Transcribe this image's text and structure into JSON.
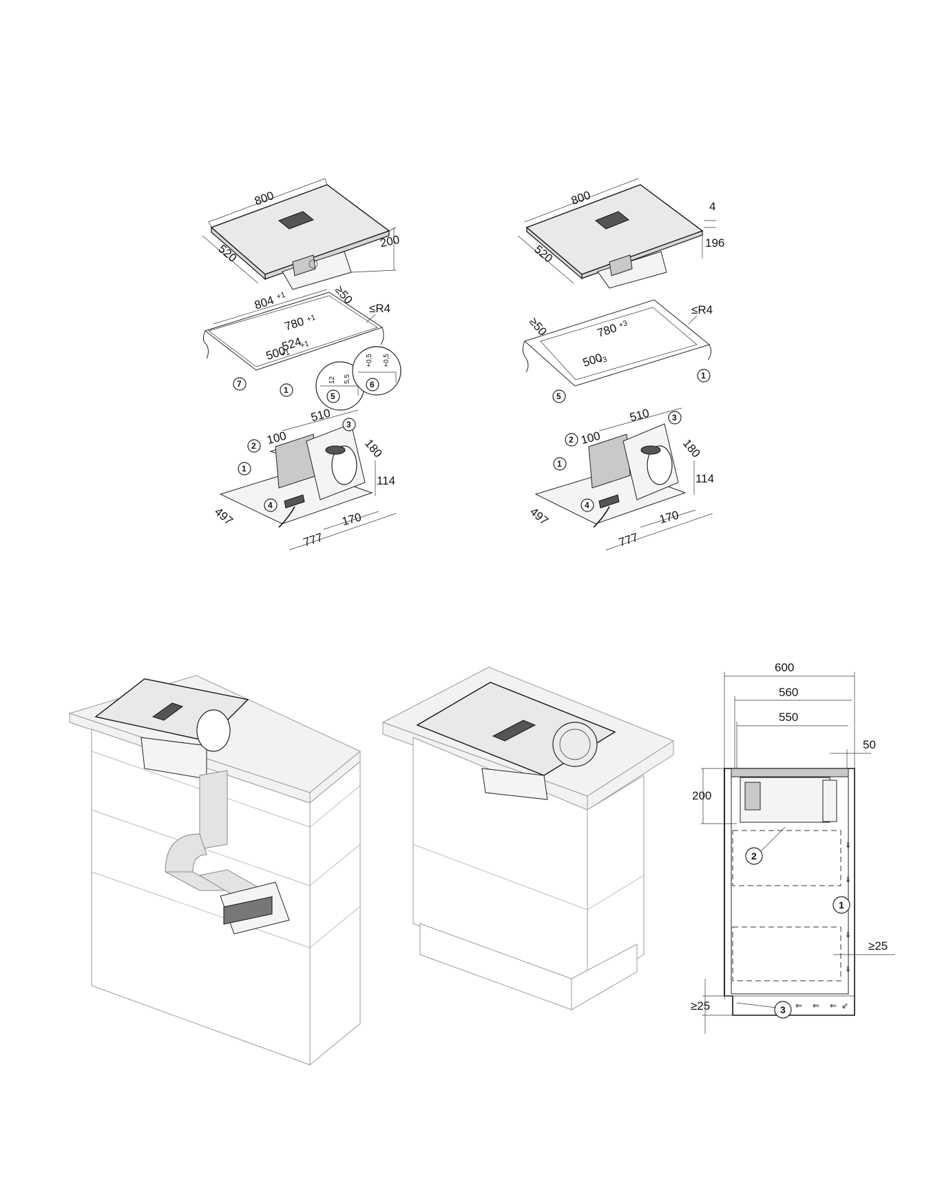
{
  "diagram_a": {
    "hob": {
      "width": "800",
      "depth": "520",
      "height": "200"
    },
    "cutout": {
      "outer": "804",
      "outer_tol": "+1",
      "inner": "780",
      "inner_tol": "+1",
      "depth_outer": "524",
      "depth_outer_tol": "+1",
      "depth_inner": "500",
      "depth_inner_tol": "+1",
      "edge_min": "≥50",
      "radius": "≤R4",
      "detail_width": "12",
      "detail_width_tol": "+0,5",
      "detail_depth": "5,5",
      "detail_depth_tol": "+0,5"
    },
    "fan": {
      "width": "510",
      "offset": "100",
      "depth": "180",
      "height": "114",
      "base_depth": "497",
      "base_width": "777",
      "outlet": "170"
    },
    "callouts": [
      "1",
      "2",
      "3",
      "4",
      "5",
      "6",
      "7"
    ]
  },
  "diagram_b": {
    "hob": {
      "width": "800",
      "depth": "520",
      "thickness": "4",
      "height": "196"
    },
    "cutout": {
      "edge_min": "≥50",
      "inner": "780",
      "inner_tol": "+3",
      "depth_inner": "500",
      "depth_inner_tol": "+3",
      "radius": "≤R4"
    },
    "fan": {
      "width": "510",
      "offset": "100",
      "depth": "180",
      "height": "114",
      "base_depth": "497",
      "base_width": "777",
      "outlet": "170"
    },
    "callouts": [
      "1",
      "2",
      "3",
      "4",
      "5"
    ]
  },
  "section": {
    "width_total": "600",
    "width_inner": "560",
    "width_clear": "550",
    "back_gap": "50",
    "height": "200",
    "side_gap": "≥25",
    "bottom_gap": "≥25",
    "callouts": [
      "1",
      "2",
      "3"
    ]
  },
  "icons": [
    "callout-circle-icon",
    "airflow-arrow-icon"
  ]
}
